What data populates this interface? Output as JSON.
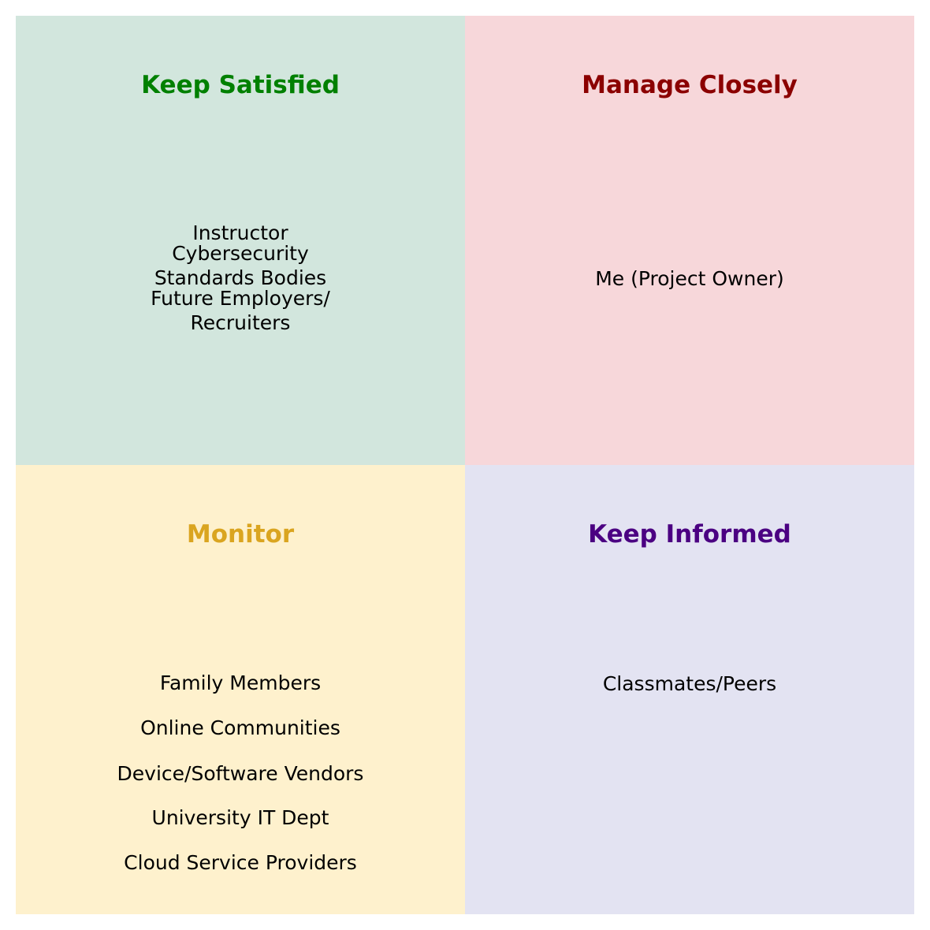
{
  "quadrants": {
    "keep_satisfied": {
      "title": "Keep Satisfied",
      "title_color": "#008000",
      "bg_color": "#d2e6dd",
      "items": [
        "Instructor",
        "Cybersecurity\nStandards Bodies",
        "Future Employers/\nRecruiters"
      ]
    },
    "manage_closely": {
      "title": "Manage Closely",
      "title_color": "#8b0000",
      "bg_color": "#f7d7da",
      "items": [
        "Me (Project Owner)"
      ]
    },
    "monitor": {
      "title": "Monitor",
      "title_color": "#daa520",
      "bg_color": "#fef1cd",
      "items": [
        "Family Members",
        "Online Communities",
        "Device/Software Vendors",
        "University IT Dept",
        "Cloud Service Providers"
      ]
    },
    "keep_informed": {
      "title": "Keep Informed",
      "title_color": "#4b0082",
      "bg_color": "#e3e3f2",
      "items": [
        "Classmates/Peers"
      ]
    }
  }
}
